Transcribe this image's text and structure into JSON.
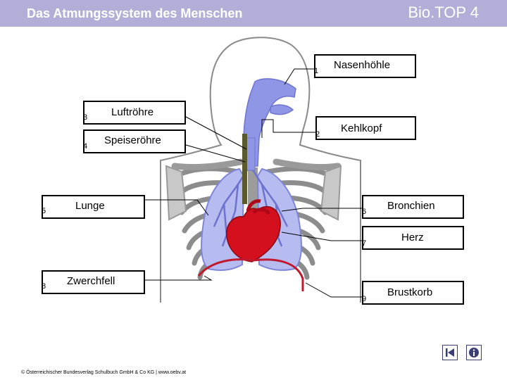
{
  "header": {
    "title": "Das Atmungssystem des Menschen",
    "brand": "Bio.TOP 4"
  },
  "labels": [
    {
      "num": "1",
      "text": "Nasenhöhle"
    },
    {
      "num": "2",
      "text": "Kehlkopf"
    },
    {
      "num": "3",
      "text": "Luftröhre"
    },
    {
      "num": "4",
      "text": "Speiseröhre"
    },
    {
      "num": "5",
      "text": "Lunge"
    },
    {
      "num": "6",
      "text": "Bronchien"
    },
    {
      "num": "7",
      "text": "Herz"
    },
    {
      "num": "8",
      "text": "Zwerchfell"
    },
    {
      "num": "9",
      "text": "Brustkorb"
    }
  ],
  "footer": {
    "copyright": "© Österreichischer Bundesverlag Schulbuch GmbH & Co KG | www.oebv.at"
  },
  "nav": {
    "back_icon": "back-to-start-icon",
    "info_icon": "info-icon"
  },
  "colors": {
    "header": "#b3aed8",
    "airway": "#8f96e6",
    "lung": "#b6bcef",
    "heart": "#d4101f",
    "diaphragm": "#c0192e",
    "ribs": "#8c8c8c",
    "esophagus": "#5b5a2e",
    "nav_button": "#3a3e74"
  }
}
